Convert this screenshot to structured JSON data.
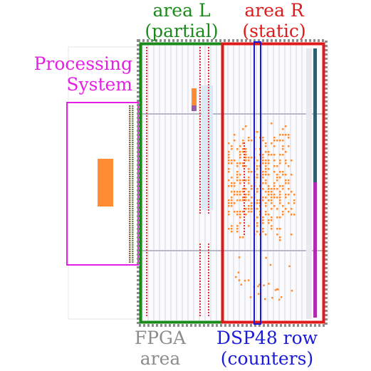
{
  "labels": {
    "area_l": [
      "area L",
      "(partial)"
    ],
    "area_r": [
      "area R",
      "(static)"
    ],
    "processing_system": [
      "Processing",
      "System"
    ],
    "fpga_area": [
      "FPGA",
      "area"
    ],
    "dsp_row": [
      "DSP48 row",
      "(counters)"
    ]
  },
  "colors": {
    "area_l": "#1a8a1a",
    "area_r": "#e01a1a",
    "processing_system": "#e61ee6",
    "fpga_area": "#8c8c8c",
    "dsp_row": "#1a1ad9",
    "placed_logic": "#ff8c33",
    "route_red": "#e03030",
    "column_dark": "#2f5e6e",
    "column_magenta": "#b02ab0"
  }
}
